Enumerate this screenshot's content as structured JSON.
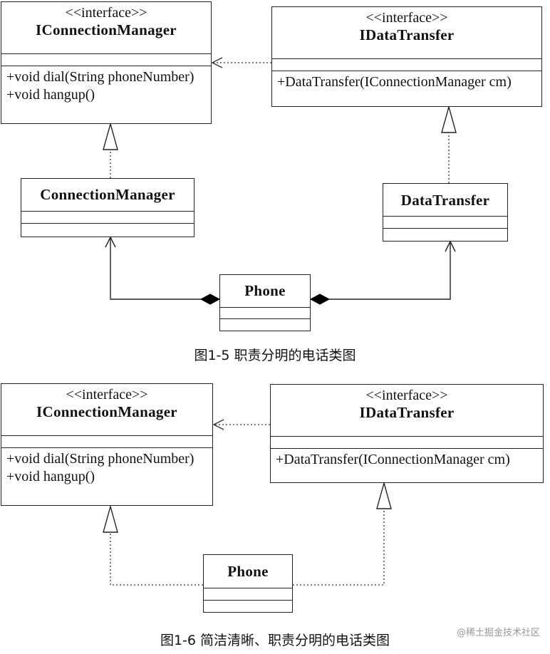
{
  "figure1": {
    "caption": "图1-5 职责分明的电话类图",
    "iconnection_manager": {
      "stereotype": "<<interface>>",
      "name": "IConnectionManager",
      "operations": [
        "+void dial(String phoneNumber)",
        "+void hangup()"
      ]
    },
    "idata_transfer": {
      "stereotype": "<<interface>>",
      "name": "IDataTransfer",
      "operations": [
        "+DataTransfer(IConnectionManager cm)"
      ]
    },
    "connection_manager": {
      "name": "ConnectionManager"
    },
    "data_transfer": {
      "name": "DataTransfer"
    },
    "phone": {
      "name": "Phone"
    }
  },
  "figure2": {
    "caption": "图1-6 简洁清晰、职责分明的电话类图",
    "iconnection_manager": {
      "stereotype": "<<interface>>",
      "name": "IConnectionManager",
      "operations": [
        "+void dial(String phoneNumber)",
        "+void hangup()"
      ]
    },
    "idata_transfer": {
      "stereotype": "<<interface>>",
      "name": "IDataTransfer",
      "operations": [
        "+DataTransfer(IConnectionManager cm)"
      ]
    },
    "phone": {
      "name": "Phone"
    }
  },
  "watermark": "@稀土掘金技术社区"
}
